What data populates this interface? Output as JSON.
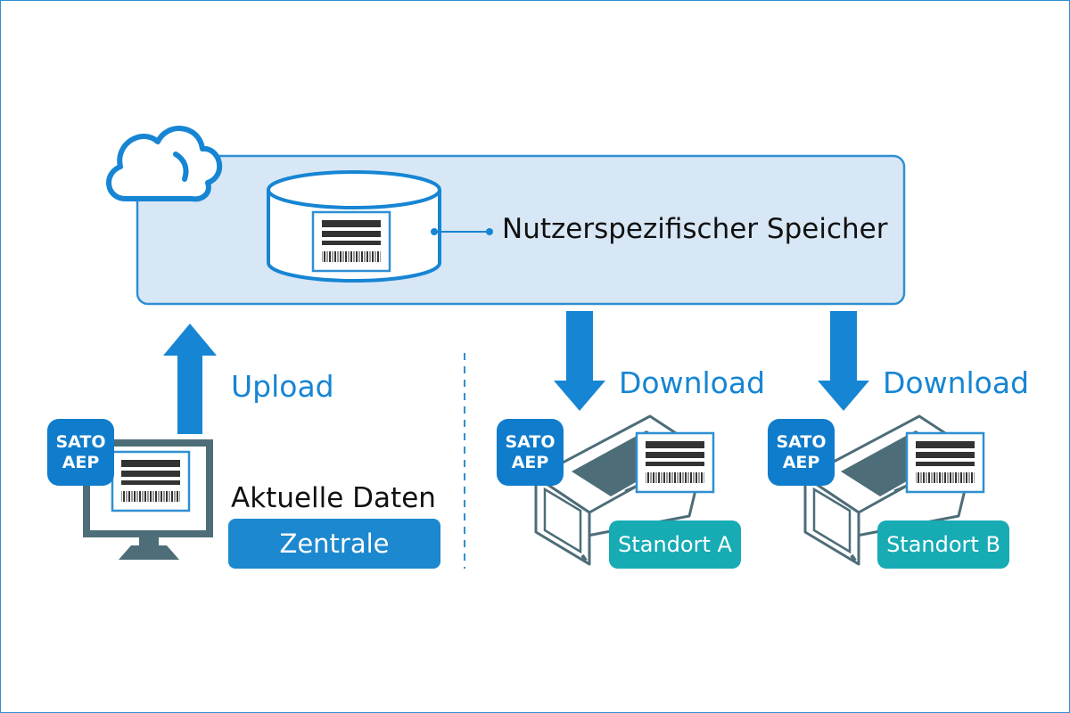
{
  "storage": {
    "label": "Nutzerspezifischer Speicher"
  },
  "upload": {
    "label": "Upload"
  },
  "central": {
    "label": "Aktuelle Daten",
    "pill": "Zentrale"
  },
  "downloads": [
    {
      "label": "Download",
      "site": "Standort A"
    },
    {
      "label": "Download",
      "site": "Standort B"
    }
  ],
  "badge": {
    "line1": "SATO",
    "line2": "AEP"
  },
  "colors": {
    "primary": "#0f7ccc",
    "cloud_panel": "#d8e7f5",
    "teal": "#17abb4",
    "device_gray": "#4d6d78"
  },
  "icons": [
    "cloud-icon",
    "database-icon",
    "monitor-icon",
    "label-printer-icon",
    "arrow-up-icon",
    "arrow-down-icon",
    "barcode-label-icon"
  ]
}
